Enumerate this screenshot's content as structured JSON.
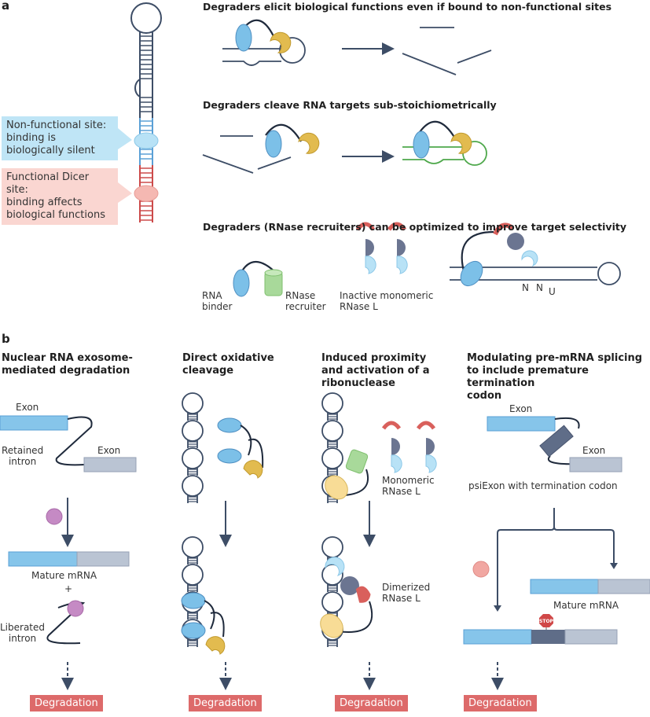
{
  "panel_a": {
    "label": "a",
    "callouts": {
      "non_functional": "Non-functional site:\nbinding is\nbiologically silent",
      "functional": "Functional Dicer site:\nbinding affects\nbiological functions"
    },
    "sections": [
      {
        "heading": "Degraders elicit biological functions even if bound to non-functional sites"
      },
      {
        "heading": "Degraders cleave RNA targets sub-stoichiometrically"
      },
      {
        "heading": "Degraders (RNase recruiters) can be optimized to improve target selectivity"
      }
    ],
    "legend": {
      "rna_binder": "RNA\nbinder",
      "rnase_recruiter": "RNase\nrecruiter",
      "inactive_rnasel": "Inactive monomeric\nRNase L",
      "nucleotides": [
        "N",
        "N",
        "U"
      ]
    }
  },
  "panel_b": {
    "label": "b",
    "columns": [
      {
        "heading": "Nuclear RNA exosome-\nmediated degradation",
        "labels": {
          "exon1": "Exon",
          "exon2": "Exon",
          "retained": "Retained\nintron",
          "mature": "Mature mRNA",
          "plus": "+",
          "liberated": "Liberated\nintron"
        },
        "result": "Degradation"
      },
      {
        "heading": "Direct oxidative\ncleavage",
        "result": "Degradation"
      },
      {
        "heading": "Induced proximity\nand activation of a\nribonuclease",
        "labels": {
          "monomeric": "Monomeric\nRNase L",
          "dimerized": "Dimerized\nRNase L"
        },
        "result": "Degradation"
      },
      {
        "heading": "Modulating pre-mRNA splicing\nto include premature termination\ncodon",
        "labels": {
          "exon1": "Exon",
          "exon2": "Exon",
          "psiexon": "psiExon with termination codon",
          "mature": "Mature mRNA",
          "stop": "STOP"
        },
        "result": "Degradation"
      }
    ]
  },
  "colors": {
    "rna_navy": "#3d4d66",
    "binder_blue": "#7cc0e8",
    "cleaver_gold": "#e2bb4f",
    "recruiter_green": "#a8d99a",
    "rnasel_grey": "#6b7591",
    "rnasel_light": "#b8e2f6",
    "rnasel_red": "#d9605c",
    "callout_blue": "#bfe5f6",
    "callout_red": "#fad6d1",
    "degradation": "#dd6a6a",
    "exon_blue": "#86c5ea",
    "exon_grey": "#bac4d3",
    "psiexon": "#5f6d88",
    "exosome_purple": "#c58ac4",
    "nuclease_pink": "#f1a7a2",
    "yellow_binder": "#f8dc96",
    "target_green": "#4ea84b"
  }
}
